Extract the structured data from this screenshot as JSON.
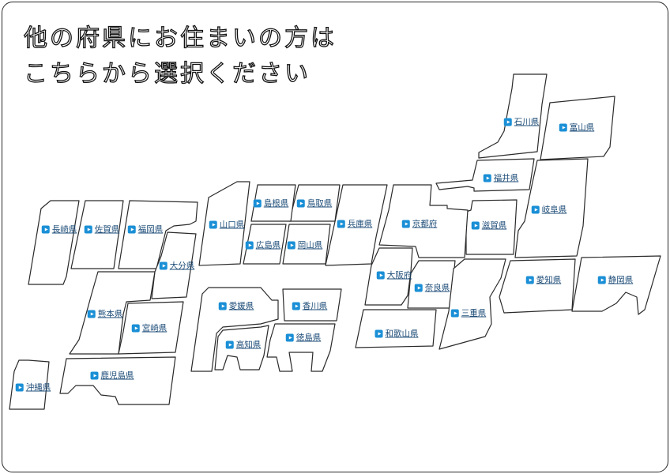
{
  "header": {
    "title_line1": "他の府県にお住まいの方は",
    "title_line2": "こちらから選択ください"
  },
  "colors": {
    "link_text": "#1f4e79",
    "icon_bg": "#1a8fd6",
    "outline": "#2a2a2a"
  },
  "prefectures": {
    "ishikawa": "石川県",
    "toyama": "富山県",
    "fukui": "福井県",
    "gifu": "岐阜県",
    "shiga": "滋賀県",
    "kyoto": "京都府",
    "hyogo": "兵庫県",
    "tottori": "鳥取県",
    "shimane": "島根県",
    "yamaguchi": "山口県",
    "hiroshima": "広島県",
    "okayama": "岡山県",
    "osaka": "大阪府",
    "nara": "奈良県",
    "mie": "三重県",
    "aichi": "愛知県",
    "shizuoka": "静岡県",
    "wakayama": "和歌山県",
    "ehime": "愛媛県",
    "kagawa": "香川県",
    "kochi": "高知県",
    "tokushima": "徳島県",
    "nagasaki": "長崎県",
    "saga": "佐賀県",
    "fukuoka": "福岡県",
    "oita": "大分県",
    "kumamoto": "熊本県",
    "miyazaki": "宮崎県",
    "kagoshima": "鹿児島県",
    "okinawa": "沖縄県"
  }
}
